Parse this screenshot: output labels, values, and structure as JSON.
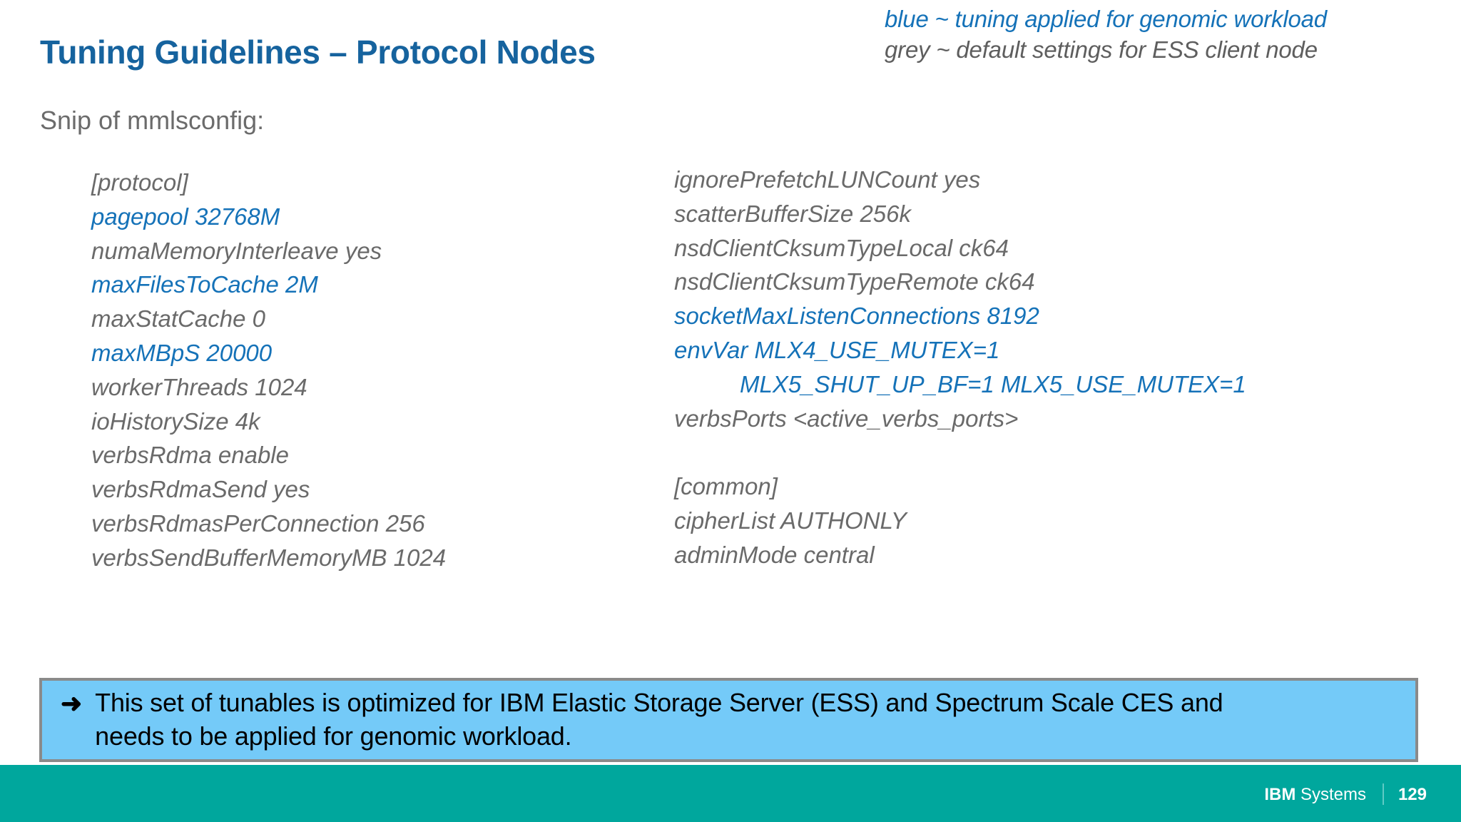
{
  "slide": {
    "title": "Tuning Guidelines – Protocol Nodes",
    "subtitle": "Snip of mmlsconfig:"
  },
  "legend": {
    "blue_line": "blue ~ tuning applied for genomic workload",
    "grey_line": "grey ~ default settings for ESS client node"
  },
  "config": {
    "left_column": [
      {
        "text": "[protocol]",
        "color": "grey"
      },
      {
        "text": "pagepool 32768M",
        "color": "blue"
      },
      {
        "text": "numaMemoryInterleave yes",
        "color": "grey"
      },
      {
        "text": "maxFilesToCache 2M",
        "color": "blue"
      },
      {
        "text": "maxStatCache 0",
        "color": "grey"
      },
      {
        "text": "maxMBpS 20000",
        "color": "blue"
      },
      {
        "text": "workerThreads 1024",
        "color": "grey"
      },
      {
        "text": "ioHistorySize 4k",
        "color": "grey"
      },
      {
        "text": "verbsRdma enable",
        "color": "grey"
      },
      {
        "text": "verbsRdmaSend yes",
        "color": "grey"
      },
      {
        "text": "verbsRdmasPerConnection 256",
        "color": "grey"
      },
      {
        "text": "verbsSendBufferMemoryMB 1024",
        "color": "grey"
      }
    ],
    "right_column": [
      {
        "text": "ignorePrefetchLUNCount yes",
        "color": "grey"
      },
      {
        "text": "scatterBufferSize 256k",
        "color": "grey"
      },
      {
        "text": "nsdClientCksumTypeLocal ck64",
        "color": "grey"
      },
      {
        "text": "nsdClientCksumTypeRemote ck64",
        "color": "grey"
      },
      {
        "text": "socketMaxListenConnections 8192",
        "color": "blue"
      },
      {
        "text": "envVar MLX4_USE_MUTEX=1",
        "color": "blue"
      },
      {
        "text": "MLX5_SHUT_UP_BF=1 MLX5_USE_MUTEX=1",
        "color": "blue",
        "indent": true
      },
      {
        "text": "verbsPorts <active_verbs_ports>",
        "color": "grey"
      },
      {
        "text": "",
        "color": "blank"
      },
      {
        "text": "[common]",
        "color": "grey"
      },
      {
        "text": "cipherList AUTHONLY",
        "color": "grey"
      },
      {
        "text": "adminMode central",
        "color": "grey"
      }
    ]
  },
  "callout": {
    "arrow": "➜",
    "line1": "This set of tunables is optimized for IBM Elastic Storage Server (ESS) and Spectrum Scale CES and",
    "line2": "needs to be applied for genomic workload."
  },
  "footer": {
    "brand_bold": "IBM",
    "brand_light": " Systems",
    "page_number": "129"
  },
  "colors": {
    "title_blue": "#16639e",
    "accent_blue": "#1572b8",
    "body_grey": "#6a6a6a",
    "callout_fill": "#74caf8",
    "callout_border": "#8a8a8a",
    "footer_teal": "#00a79d"
  }
}
